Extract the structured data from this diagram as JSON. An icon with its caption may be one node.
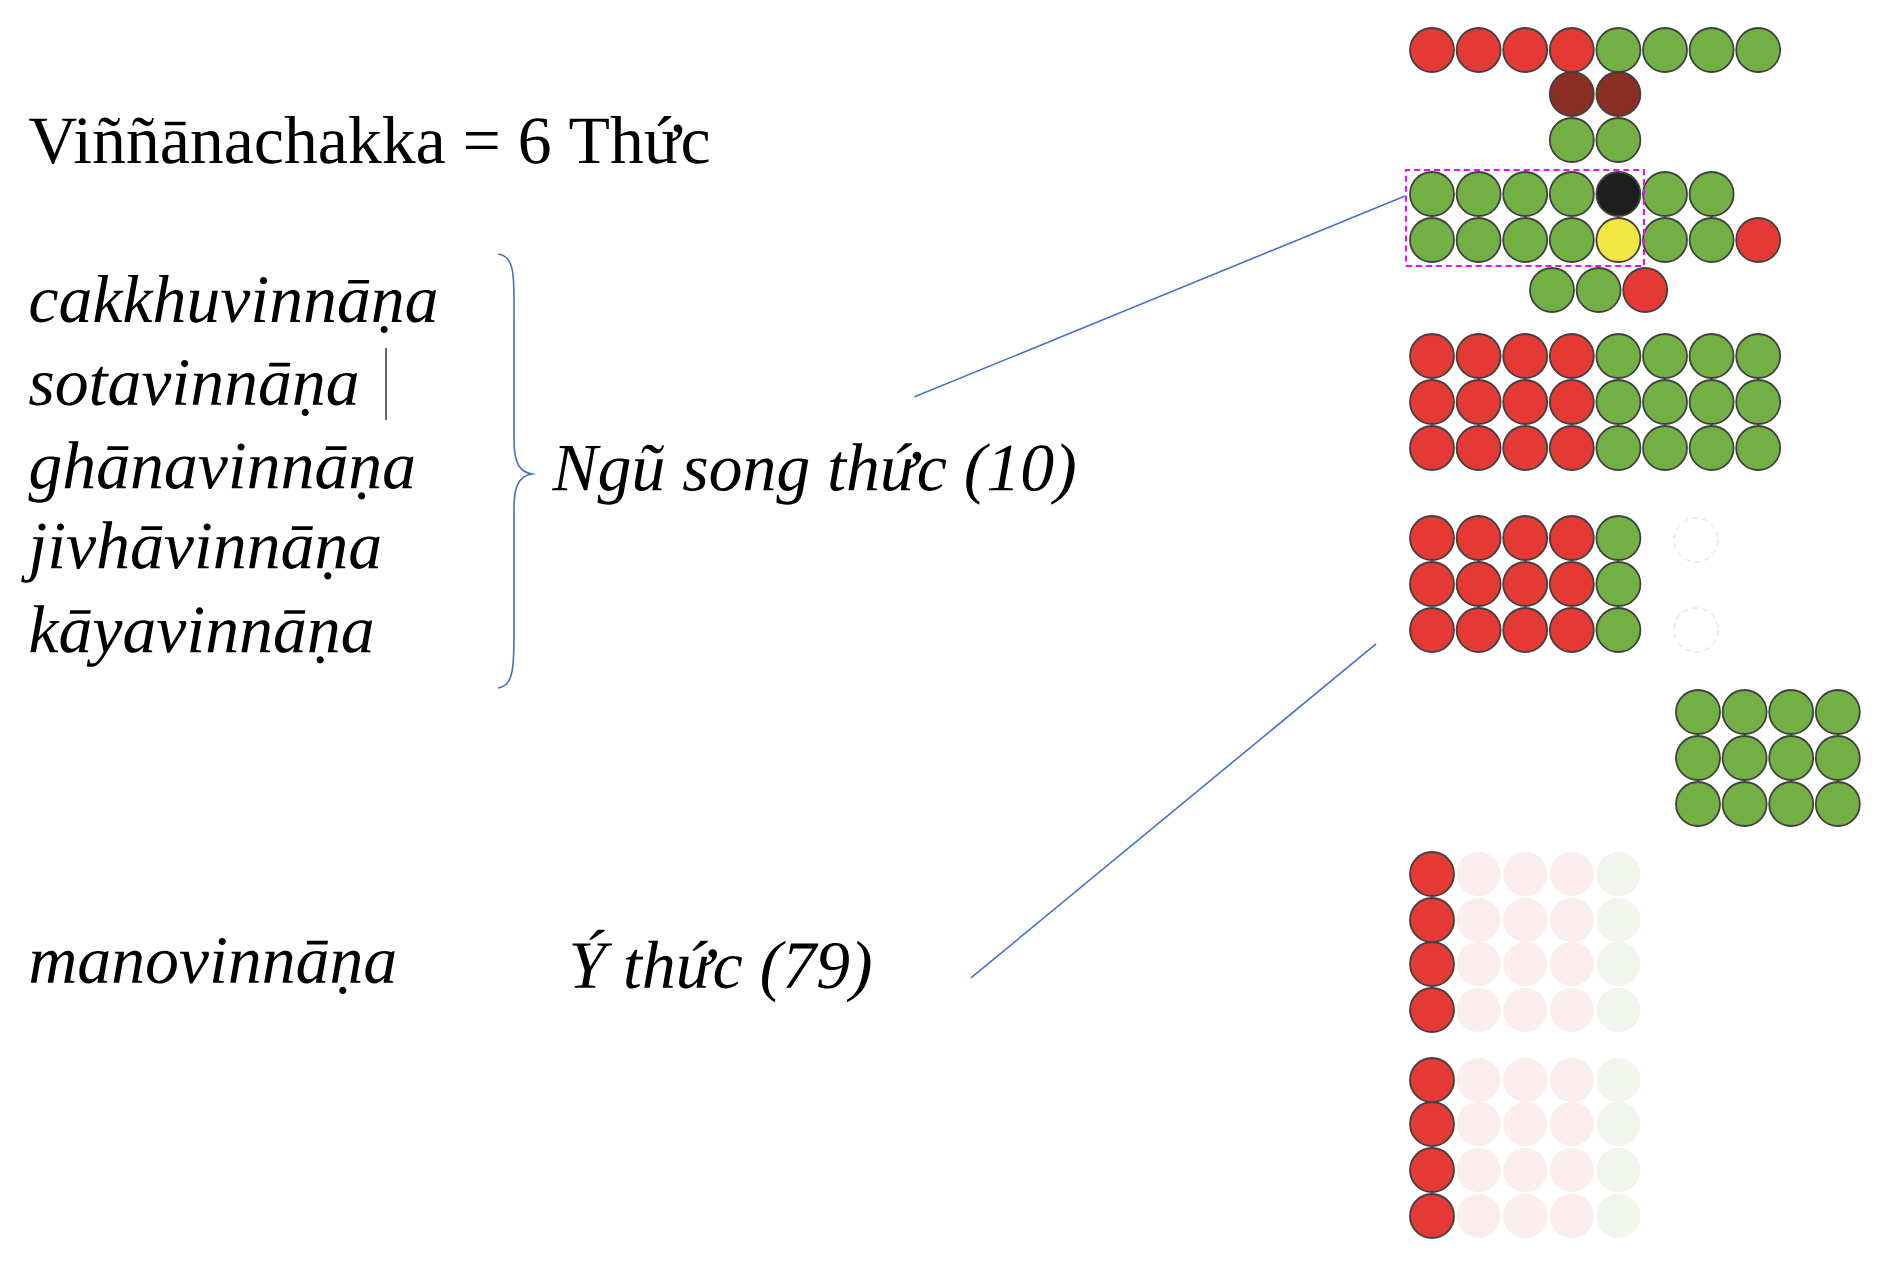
{
  "diagram": {
    "title": "Viññānachakka = 6 Thức",
    "nodes": [
      {
        "text": [
          "*Ngũ song thức (10)*"
        ]
      },
      {
        "text": [],
        "shape": "box"
      },
      {
        "text": [
          "*Ý thức (79)*"
        ]
      }
    ],
    "edges": [
      {
        "from": 0,
        "to": 1,
        "arrow": "none"
      },
      {
        "from": 2,
        "to": null,
        "arrow": "none"
      }
    ],
    "labels": [
      "*cakkhuvinnāṇa*",
      "*sotavinnāṇa*",
      "*ghānavinnāṇa*",
      "*jivhāvinnāṇa*",
      "*kāyavinnāṇa*",
      "*manovinnāṇa*"
    ]
  }
}
